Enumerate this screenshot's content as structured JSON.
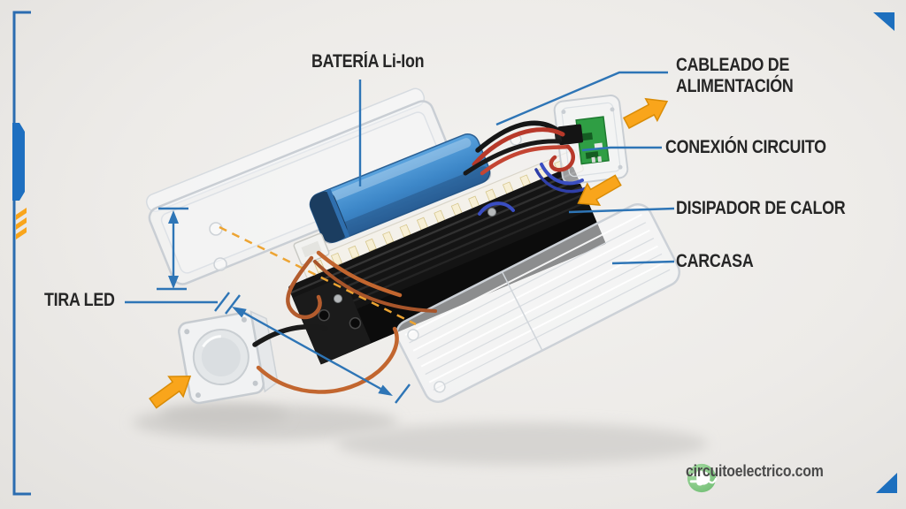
{
  "diagram": {
    "labels": {
      "battery": "BATERÍA Li-Ion",
      "wiring": [
        "CABLEADO DE",
        "ALIMENTACIÓN"
      ],
      "circuit_connection": "CONEXIÓN CIRCUITO",
      "heat_sink": "DISIPADOR DE CALOR",
      "housing": "CARCASA",
      "led_strip": "TIRA LED"
    },
    "colors": {
      "background": "#edebe8",
      "label_text": "#262626",
      "leader_blue": "#2e75b6",
      "accent_blue": "#1e6fc0",
      "arrow_orange": "#f9a51b",
      "battery_blue": "#3d87c8",
      "heatsink_black": "#141414",
      "pcb_green": "#2f9e44",
      "wire_red": "#b8392a",
      "wire_copper": "#b35c2e",
      "wire_blue": "#3a4ec2"
    }
  },
  "branding": {
    "website": "circuitoelectrico.com",
    "logo_color": "#7cc47e"
  }
}
